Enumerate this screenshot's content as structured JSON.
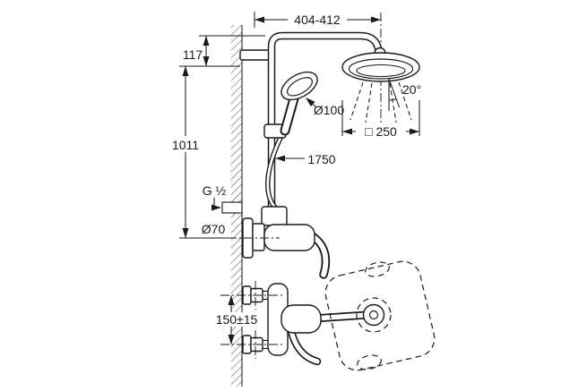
{
  "page": {
    "background": "#ffffff",
    "line_color": "#1a1a1a"
  },
  "labels": {
    "top_span": "404-412",
    "head_offset": "117",
    "riser_height": "1011",
    "spray_angle": "20°",
    "hand_shower_diameter": "Ø100",
    "head_shower_size": "□ 250",
    "hose_length": "1750",
    "thread_size": "G ½",
    "escutcheon_diameter": "Ø70",
    "connection_spacing": "150±15"
  }
}
